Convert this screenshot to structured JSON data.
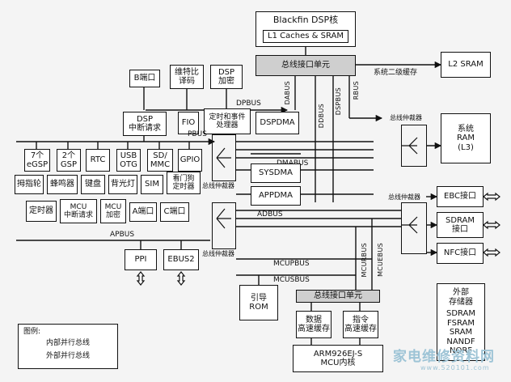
{
  "cpu": {
    "title": "Blackfin DSP核",
    "cache": "L1 Caches & SRAM",
    "bus_if": "总线接口单元"
  },
  "l2": {
    "label": "L2 SRAM",
    "note": "系统二级缓存"
  },
  "top_blocks": {
    "b_port": "B端口",
    "codec": "维特比\n译码",
    "dsp_enc": "DSP\n加密",
    "dsp_irq": "DSP\n中断请求",
    "fio": "FIO",
    "timer_evt": "定时和事件\n处理器",
    "dspdma": "DSPDMA"
  },
  "buses": {
    "dpbus": "DPBUS",
    "dabus": "DABUS",
    "ddbus": "DDBUS",
    "dspbus": "DSPBUS",
    "rbus": "RBUS",
    "pbus": "PBUS",
    "dmabus": "DMABUS",
    "adbus": "ADBUS",
    "apbus": "APBUS",
    "mcupbus": "MCUPBUS",
    "mcusbus": "MCUSBUS",
    "mcurbus": "MCURBUS",
    "mcuebus": "MCUEBUS"
  },
  "arbiters": {
    "top_right": "总线仲裁器",
    "left_top": "总线仲裁器",
    "left_bot": "总线仲裁器",
    "mid_right": "总线仲裁器"
  },
  "peripherals": {
    "row1": [
      "7个\neGSP",
      "2个\nGSP",
      "RTC",
      "USB\nOTG",
      "SD/\nMMC",
      "GPIO"
    ],
    "row2": [
      "拇指轮",
      "蜂鸣器",
      "键盘",
      "背光灯",
      "SIM",
      "看门狗\n定时器"
    ],
    "row3": [
      "定时器",
      "MCU\n中断请求",
      "MCU\n加密",
      "A端口",
      "C端口"
    ]
  },
  "dma": {
    "sys": "SYSDMA",
    "app": "APPDMA"
  },
  "sys_ram": "系统\nRAM\n(L3)",
  "right_ifaces": {
    "ebc": "EBC接口",
    "sdram": "SDRAM\n接口",
    "nfc": "NFC接口"
  },
  "ext_mem": {
    "title": "外部\n存储器",
    "items": "SDRAM\nFSRAM\nSRAM\nNANDF\nNORF"
  },
  "bottom": {
    "ppi": "PPI",
    "ebus2": "EBUS2",
    "boot_rom": "引导\nROM",
    "mcu_bus_if": "总线接口单元",
    "data_cache": "数据\n高速缓存",
    "instr_cache": "指令\n高速缓存",
    "arm_core": "ARM926EJ-S\nMCU内核"
  },
  "legend": {
    "title": "图例:",
    "internal": "内部并行总线",
    "external": "外部并行总线"
  },
  "watermark": {
    "text": "家电维修资料网",
    "url": "www.520101.com"
  }
}
